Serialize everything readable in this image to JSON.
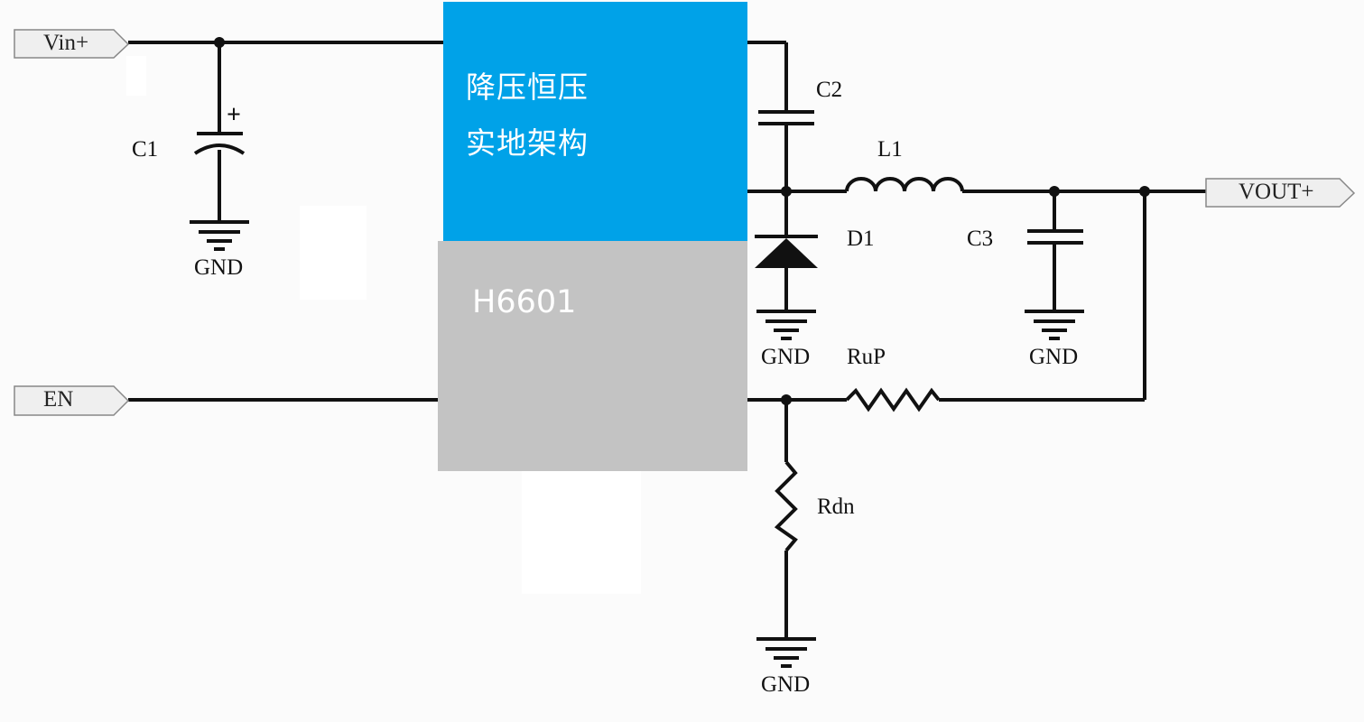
{
  "ic": {
    "function_line1": "降压恒压",
    "function_line2": "实地架构",
    "part_number": "H6601"
  },
  "ports": {
    "vin": "Vin+",
    "en": "EN",
    "vout": "VOUT+"
  },
  "components": {
    "c1": "C1",
    "c2": "C2",
    "c3": "C3",
    "l1": "L1",
    "d1": "D1",
    "rup": "RuP",
    "rdn": "Rdn"
  },
  "grounds": {
    "gnd_c1": "GND",
    "gnd_d1": "GND",
    "gnd_c3": "GND",
    "gnd_rdn": "GND"
  },
  "colors": {
    "ic_top": "#00a2e8",
    "ic_bottom": "#c3c3c3",
    "wire": "#111111"
  },
  "symbols": {
    "c1_polarity": "+"
  }
}
